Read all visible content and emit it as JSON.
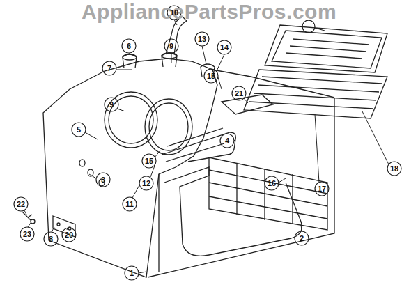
{
  "diagram": {
    "labels": [
      "AppliancePartsPros.com",
      "10",
      "6",
      "9",
      "13",
      "14",
      "7",
      "9",
      "15",
      "21",
      "4",
      "16",
      "2",
      "1",
      "3",
      "5",
      "11",
      "12",
      "15",
      "22",
      "23",
      "8",
      "20",
      "17",
      "18"
    ]
  }
}
